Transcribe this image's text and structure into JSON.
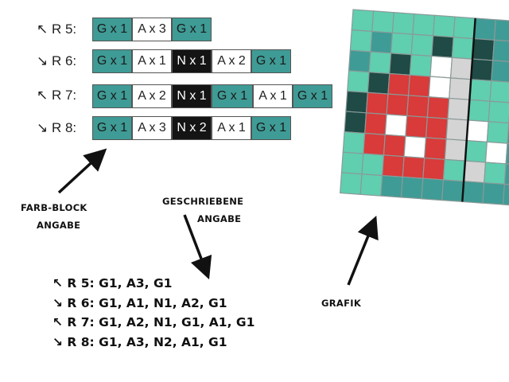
{
  "rows": [
    {
      "label": "↖ R 5:",
      "blocks": [
        {
          "text": "G x 1",
          "c": "G",
          "w": 50
        },
        {
          "text": "A x 3",
          "c": "A",
          "w": 50
        },
        {
          "text": "G x 1",
          "c": "G",
          "w": 50
        }
      ]
    },
    {
      "label": "↘ R 6:",
      "blocks": [
        {
          "text": "G x 1",
          "c": "G",
          "w": 50
        },
        {
          "text": "A x 1",
          "c": "A",
          "w": 50
        },
        {
          "text": "N x 1",
          "c": "N",
          "w": 50
        },
        {
          "text": "A x 2",
          "c": "A",
          "w": 50
        },
        {
          "text": "G x 1",
          "c": "G",
          "w": 50
        }
      ]
    },
    {
      "label": "↖ R 7:",
      "blocks": [
        {
          "text": "G x 1",
          "c": "G",
          "w": 50
        },
        {
          "text": "A x 2",
          "c": "A",
          "w": 50
        },
        {
          "text": "N x 1",
          "c": "N",
          "w": 50
        },
        {
          "text": "G x 1",
          "c": "G",
          "w": 52
        },
        {
          "text": "A x 1",
          "c": "A",
          "w": 50
        },
        {
          "text": "G x 1",
          "c": "G",
          "w": 50
        }
      ]
    },
    {
      "label": "↘ R 8:",
      "blocks": [
        {
          "text": "G x 1",
          "c": "G",
          "w": 50
        },
        {
          "text": "A x 3",
          "c": "A",
          "w": 50
        },
        {
          "text": "N x 2",
          "c": "N",
          "w": 50
        },
        {
          "text": "A x 1",
          "c": "A",
          "w": 50
        },
        {
          "text": "G x 1",
          "c": "G",
          "w": 50
        }
      ]
    }
  ],
  "captions": {
    "farb_block_1": "FARB-BLOCK",
    "farb_block_2": "ANGABE",
    "geschriebene_1": "GESCHRIEBENE",
    "geschriebene_2": "ANGABE",
    "grafik": "GRAFIK"
  },
  "written": [
    "↖ R 5: G1, A3, G1",
    "↘ R 6: G1, A1, N1, A2, G1",
    "↖ R 7: G1, A2, N1, G1, A1, G1",
    "↘ R 8: G1, A3, N2, A1, G1"
  ],
  "grid": {
    "rows": [
      "LLLLLLMMM",
      "LMLLDLDMM",
      "MLDLWGDMM",
      "LDRRWGLLM",
      "DRRRRGLLM",
      "DRWRRGWLM",
      "LRRWRGLWM",
      "LLRRRLGLM",
      "LLMMMMMMM"
    ],
    "colors": {
      "L": "#5fcfb0",
      "M": "#3f9b95",
      "D": "#1f4a45",
      "R": "#d93a3a",
      "W": "#ffffff",
      "G": "#d4d4d4"
    }
  }
}
